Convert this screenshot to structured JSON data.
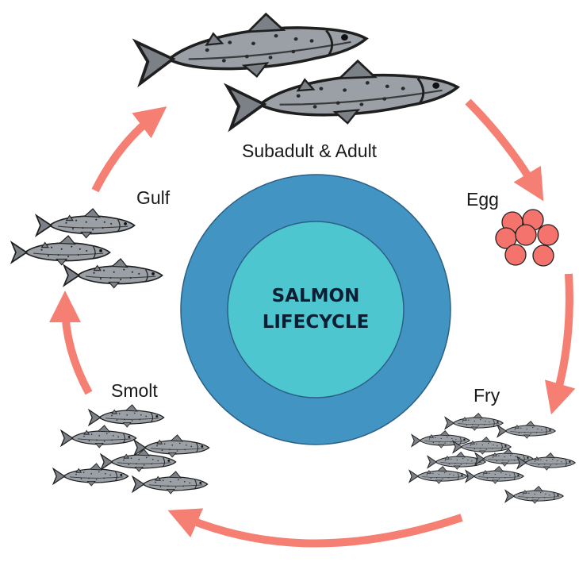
{
  "diagram": {
    "center_title_line1": "SALMON",
    "center_title_line2": "LIFECYCLE",
    "stages": {
      "adult": "Subadult & Adult",
      "egg": "Egg",
      "fry": "Fry",
      "smolt": "Smolt",
      "gulf": "Gulf"
    },
    "colors": {
      "outer_ring": "#4295c3",
      "inner_circle": "#4ec6d0",
      "circle_stroke": "#2c5f86",
      "arrow": "#f47f72",
      "egg_fill": "#f4746d",
      "egg_stroke": "#222222",
      "fish_body": "#9aa0a6",
      "fish_stroke": "#1f1f1f"
    },
    "icons": {
      "adult": "adult-salmon-icon",
      "egg": "salmon-egg-cluster-icon",
      "fry": "fry-school-icon",
      "smolt": "smolt-school-icon",
      "gulf": "gulf-salmon-icon"
    }
  }
}
